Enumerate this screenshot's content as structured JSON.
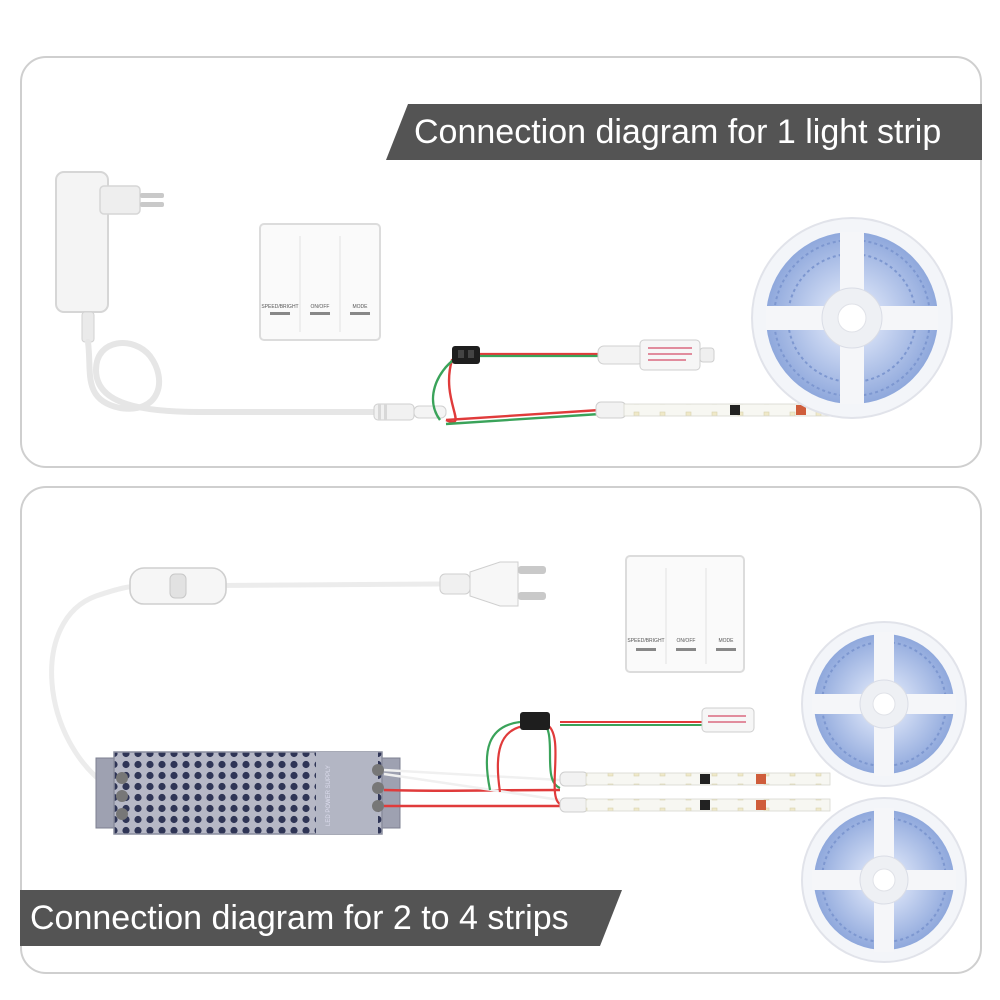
{
  "top_section": {
    "title": "Connection diagram for 1 light strip",
    "controller_buttons": [
      "SPEED/BRIGHT",
      "ON/OFF",
      "MODE"
    ]
  },
  "bottom_section": {
    "title": "Connection diagram for 2 to 4 strips",
    "controller_buttons": [
      "SPEED/BRIGHT",
      "ON/OFF",
      "MODE"
    ],
    "power_supply_label": "LED POWER SUPPLY"
  },
  "colors": {
    "banner": "#545454",
    "wire_red": "#e03b3b",
    "wire_green": "#3aa35a",
    "wire_white": "#f2f2f2",
    "strip_blue": "#9db4e6",
    "psu_body": "#a7a9b8"
  }
}
